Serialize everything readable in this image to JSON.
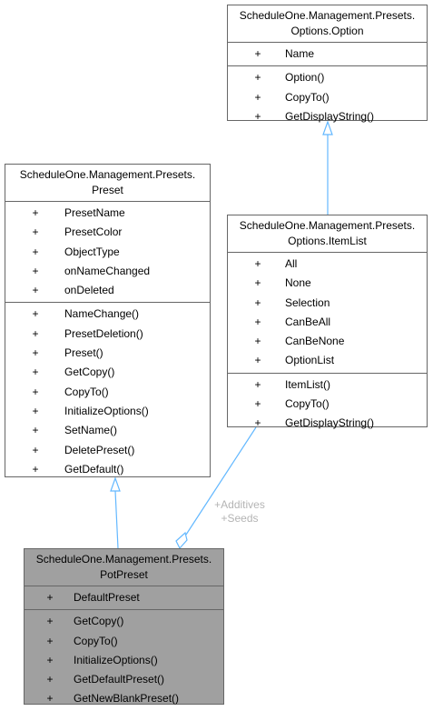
{
  "classes": {
    "option": {
      "title_line1": "ScheduleOne.Management.Presets.",
      "title_line2": "Options.Option",
      "attributes": [
        {
          "vis": "+",
          "name": "Name"
        }
      ],
      "operations": [
        {
          "vis": "+",
          "name": "Option()"
        },
        {
          "vis": "+",
          "name": "CopyTo()"
        },
        {
          "vis": "+",
          "name": "GetDisplayString()"
        }
      ]
    },
    "preset": {
      "title_line1": "ScheduleOne.Management.Presets.",
      "title_line2": "Preset",
      "attributes": [
        {
          "vis": "+",
          "name": "PresetName"
        },
        {
          "vis": "+",
          "name": "PresetColor"
        },
        {
          "vis": "+",
          "name": "ObjectType"
        },
        {
          "vis": "+",
          "name": "onNameChanged"
        },
        {
          "vis": "+",
          "name": "onDeleted"
        }
      ],
      "operations": [
        {
          "vis": "+",
          "name": "NameChange()"
        },
        {
          "vis": "+",
          "name": "PresetDeletion()"
        },
        {
          "vis": "+",
          "name": "Preset()"
        },
        {
          "vis": "+",
          "name": "GetCopy()"
        },
        {
          "vis": "+",
          "name": "CopyTo()"
        },
        {
          "vis": "+",
          "name": "InitializeOptions()"
        },
        {
          "vis": "+",
          "name": "SetName()"
        },
        {
          "vis": "+",
          "name": "DeletePreset()"
        },
        {
          "vis": "+",
          "name": "GetDefault()"
        }
      ]
    },
    "itemlist": {
      "title_line1": "ScheduleOne.Management.Presets.",
      "title_line2": "Options.ItemList",
      "attributes": [
        {
          "vis": "+",
          "name": "All"
        },
        {
          "vis": "+",
          "name": "None"
        },
        {
          "vis": "+",
          "name": "Selection"
        },
        {
          "vis": "+",
          "name": "CanBeAll"
        },
        {
          "vis": "+",
          "name": "CanBeNone"
        },
        {
          "vis": "+",
          "name": "OptionList"
        }
      ],
      "operations": [
        {
          "vis": "+",
          "name": "ItemList()"
        },
        {
          "vis": "+",
          "name": "CopyTo()"
        },
        {
          "vis": "+",
          "name": "GetDisplayString()"
        }
      ]
    },
    "potpreset": {
      "title_line1": "ScheduleOne.Management.Presets.",
      "title_line2": "PotPreset",
      "attributes": [
        {
          "vis": "+",
          "name": "DefaultPreset"
        }
      ],
      "operations": [
        {
          "vis": "+",
          "name": "GetCopy()"
        },
        {
          "vis": "+",
          "name": "CopyTo()"
        },
        {
          "vis": "+",
          "name": "InitializeOptions()"
        },
        {
          "vis": "+",
          "name": "GetDefaultPreset()"
        },
        {
          "vis": "+",
          "name": "GetNewBlankPreset()"
        }
      ]
    }
  },
  "association_label": {
    "line1": "+Additives",
    "line2": "+Seeds"
  },
  "colors": {
    "edge": "#63b8ff",
    "border": "#666666",
    "highlight": "#a0a0a0",
    "label": "#b4b4b4"
  }
}
